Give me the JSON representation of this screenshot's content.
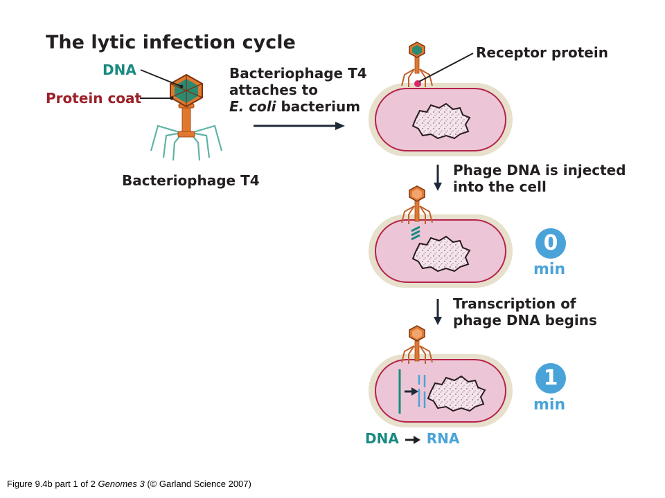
{
  "title": "The lytic infection cycle",
  "labels": {
    "dna": "DNA",
    "protein_coat": "Protein coat",
    "bacteriophage": "Bacteriophage T4",
    "receptor": "Receptor protein"
  },
  "steps": {
    "attach_line1": "Bacteriophage T4",
    "attach_line2": "attaches to",
    "attach_line3_italic": "E. coli",
    "attach_line3_rest": " bacterium",
    "inject_line1": "Phage DNA is injected",
    "inject_line2": "into the cell",
    "transcribe_line1": "Transcription of",
    "transcribe_line2": "phage DNA begins"
  },
  "timepoints": [
    {
      "value": "0",
      "unit": "min"
    },
    {
      "value": "1",
      "unit": "min"
    }
  ],
  "legend": {
    "from": "DNA",
    "to": "RNA"
  },
  "caption": {
    "prefix": "Figure 9.4b part 1 of 2  ",
    "book": "Genomes 3",
    "suffix": " (© Garland Science 2007)"
  },
  "colors": {
    "dna_teal": "#1a8a82",
    "protein_red": "#9b1f28",
    "rna_blue": "#4aa3d8",
    "phage_orange": "#e0782f",
    "cell_pink": "#ecc6d6",
    "cell_wall": "#e6e0cc"
  }
}
